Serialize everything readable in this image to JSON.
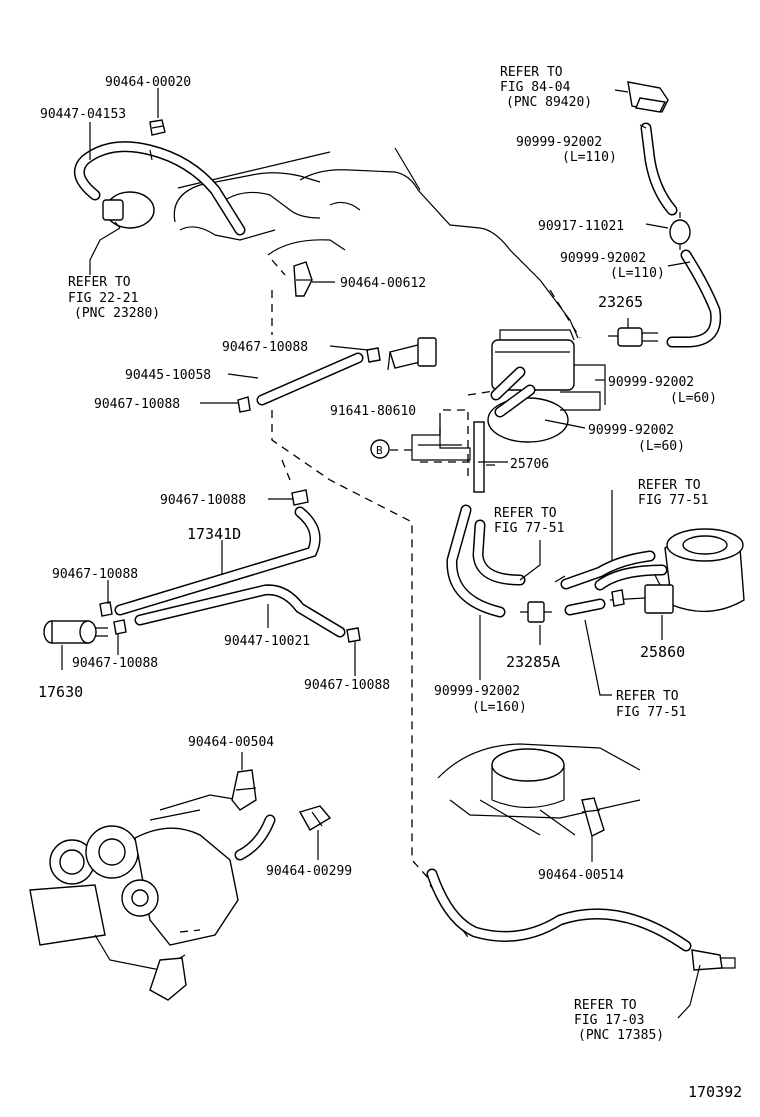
{
  "drawing_number": "170392",
  "callouts": {
    "c_90464_00020": "90464-00020",
    "c_90447_04153": "90447-04153",
    "ref_22_21_a": "REFER TO",
    "ref_22_21_b": "FIG 22-21",
    "ref_22_21_c": "(PNC 23280)",
    "c_90464_00612": "90464-00612",
    "c_90467_10088_a": "90467-10088",
    "c_90445_10058": "90445-10058",
    "c_90467_10088_b": "90467-10088",
    "c_91641_80610": "91641-80610",
    "b_marker": "B",
    "c_25706": "25706",
    "c_90467_10088_c": "90467-10088",
    "c_17341d": "17341D",
    "c_90467_10088_d": "90467-10088",
    "c_90467_10088_e": "90467-10088",
    "c_90447_10021": "90447-10021",
    "c_90467_10088_f": "90467-10088",
    "c_17630": "17630",
    "ref_84_04_a": "REFER TO",
    "ref_84_04_b": "FIG 84-04",
    "ref_84_04_c": "(PNC 89420)",
    "c_90999_92002_a": "90999-92002",
    "c_l110_a": "(L=110)",
    "c_90917_11021": "90917-11021",
    "c_90999_92002_b": "90999-92002",
    "c_l110_b": "(L=110)",
    "c_23265": "23265",
    "c_90999_92002_c": "90999-92002",
    "c_l60_a": "(L=60)",
    "c_90999_92002_d": "90999-92002",
    "c_l60_b": "(L=60)",
    "ref_77_51_a1": "REFER TO",
    "ref_77_51_a2": "FIG 77-51",
    "ref_77_51_b1": "REFER TO",
    "ref_77_51_b2": "FIG 77-51",
    "c_25860": "25860",
    "c_90999_92002_e": "90999-92002",
    "c_l160": "(L=160)",
    "c_23285a": "23285A",
    "ref_77_51_c1": "REFER TO",
    "ref_77_51_c2": "FIG 77-51",
    "c_90464_00504": "90464-00504",
    "c_90464_00299": "90464-00299",
    "c_90464_00514": "90464-00514",
    "ref_17_03_a": "REFER TO",
    "ref_17_03_b": "FIG 17-03",
    "ref_17_03_c": "(PNC 17385)"
  }
}
